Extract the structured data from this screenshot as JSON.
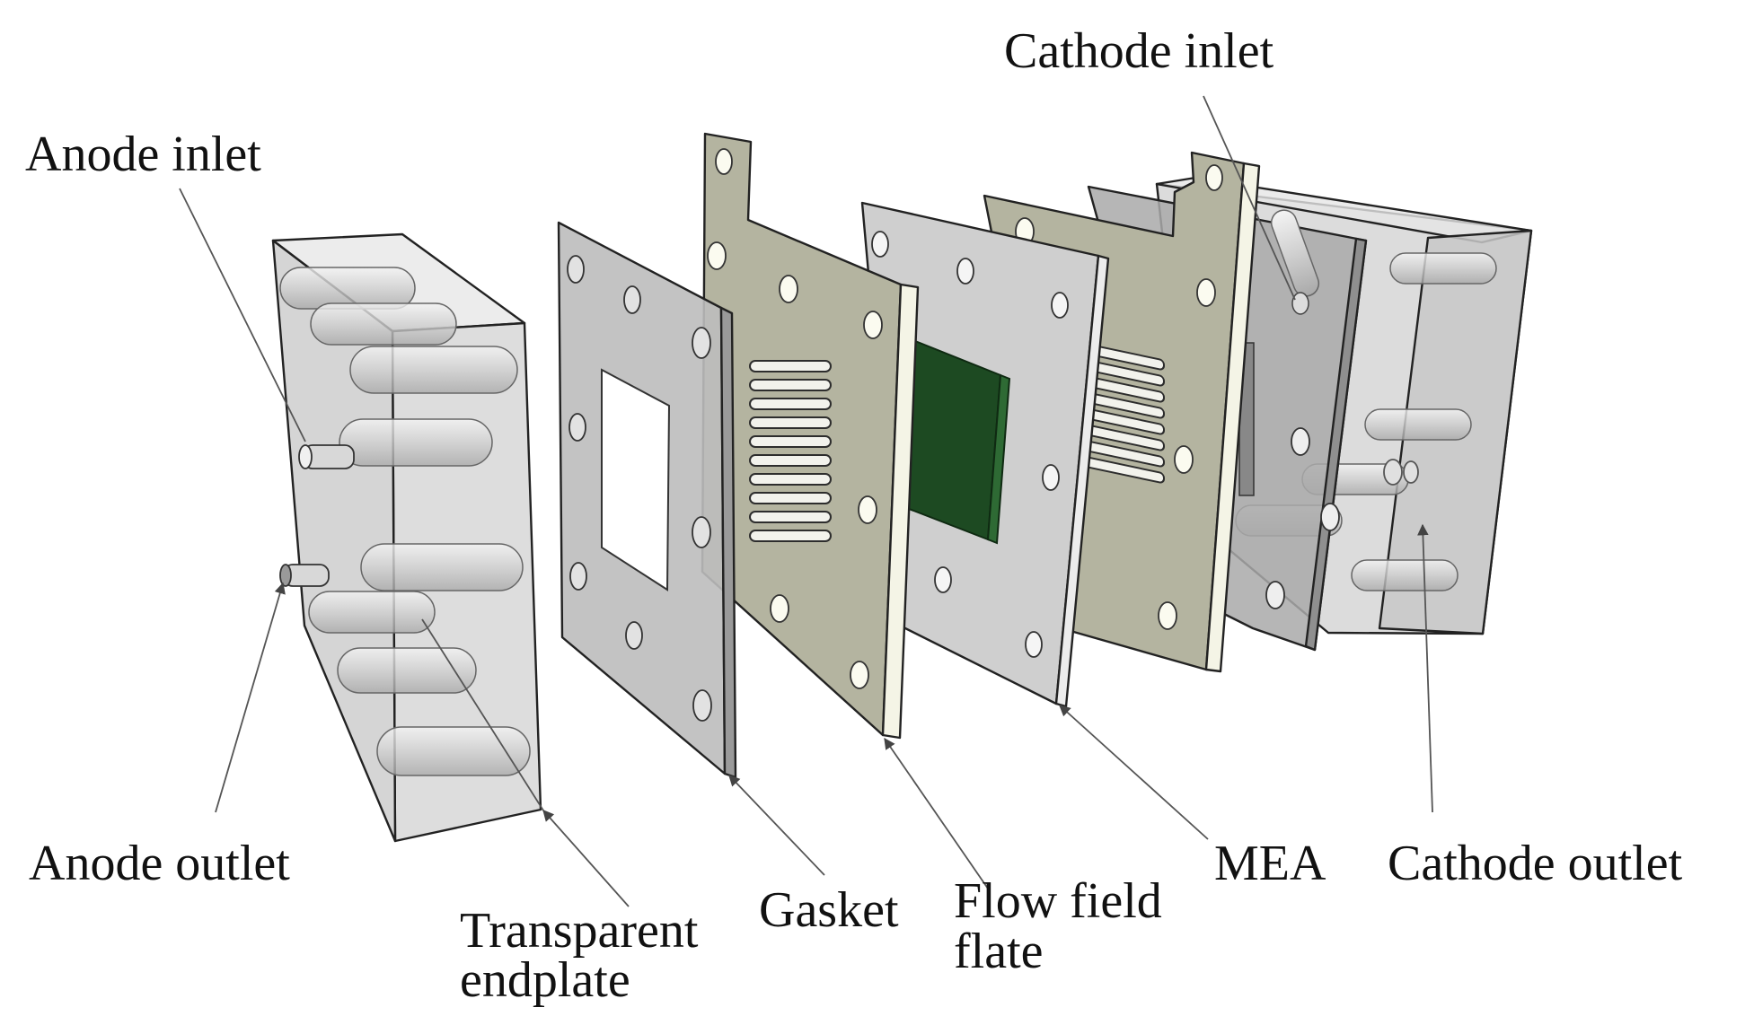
{
  "labels": {
    "anode_inlet": "Anode inlet",
    "cathode_inlet": "Cathode inlet",
    "anode_outlet": "Anode outlet",
    "transparent_endplate_line1": "Transparent",
    "transparent_endplate_line2": "endplate",
    "gasket": "Gasket",
    "flow_field_line1": "Flow field",
    "flow_field_line2": "flate",
    "mea": "MEA",
    "cathode_outlet": "Cathode outlet"
  },
  "colors": {
    "endplate_front": "#d9d9d9",
    "endplate_side": "#c4c4c4",
    "gasket": "#bdbdbd",
    "flow_field": "#b4b4a0",
    "flow_field_edge": "#f4f4e6",
    "mea_frame": "#cfcfcf",
    "mea_active": "#1d4a22"
  }
}
